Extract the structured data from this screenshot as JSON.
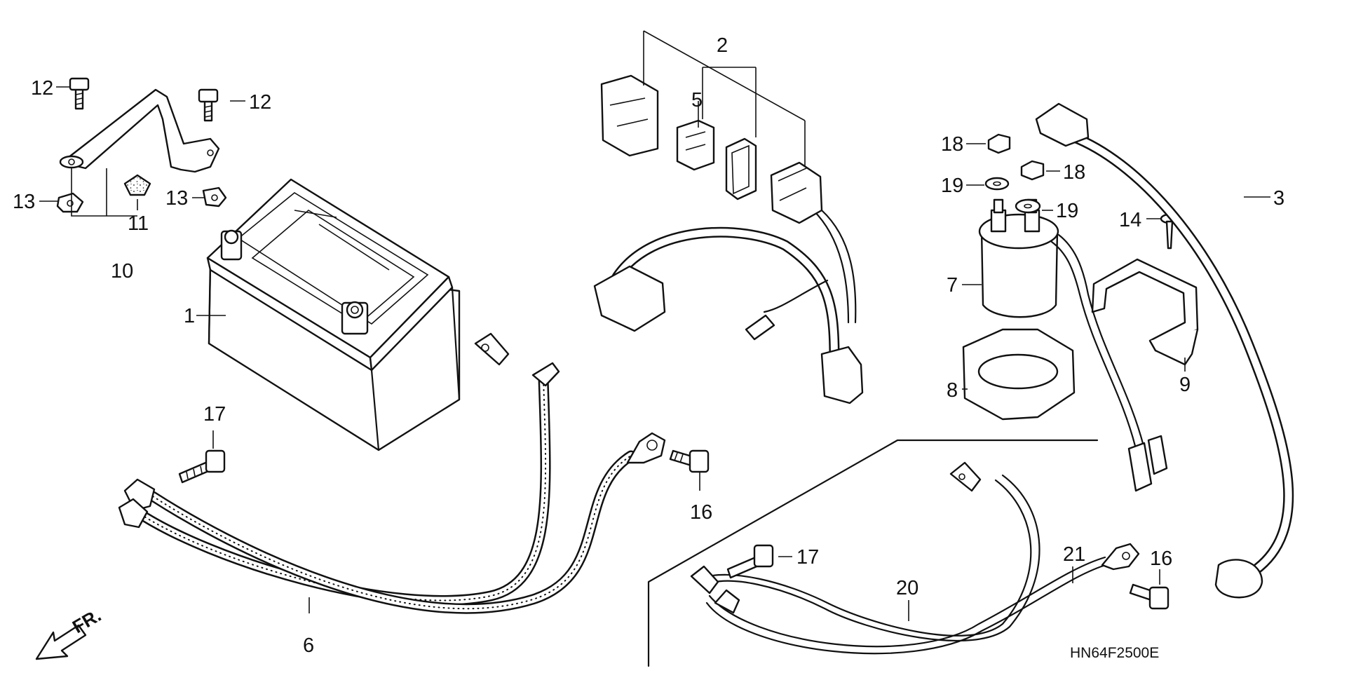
{
  "diagram_code": "HN64F2500E",
  "direction_label": "FR.",
  "callouts": [
    "1",
    "2",
    "3",
    "5",
    "6",
    "7",
    "8",
    "9",
    "10",
    "11",
    "12",
    "12",
    "13",
    "13",
    "14",
    "16",
    "16",
    "17",
    "17",
    "18",
    "18",
    "19",
    "19",
    "20",
    "21"
  ],
  "colors": {
    "ink": "#111111",
    "paper": "#ffffff"
  }
}
